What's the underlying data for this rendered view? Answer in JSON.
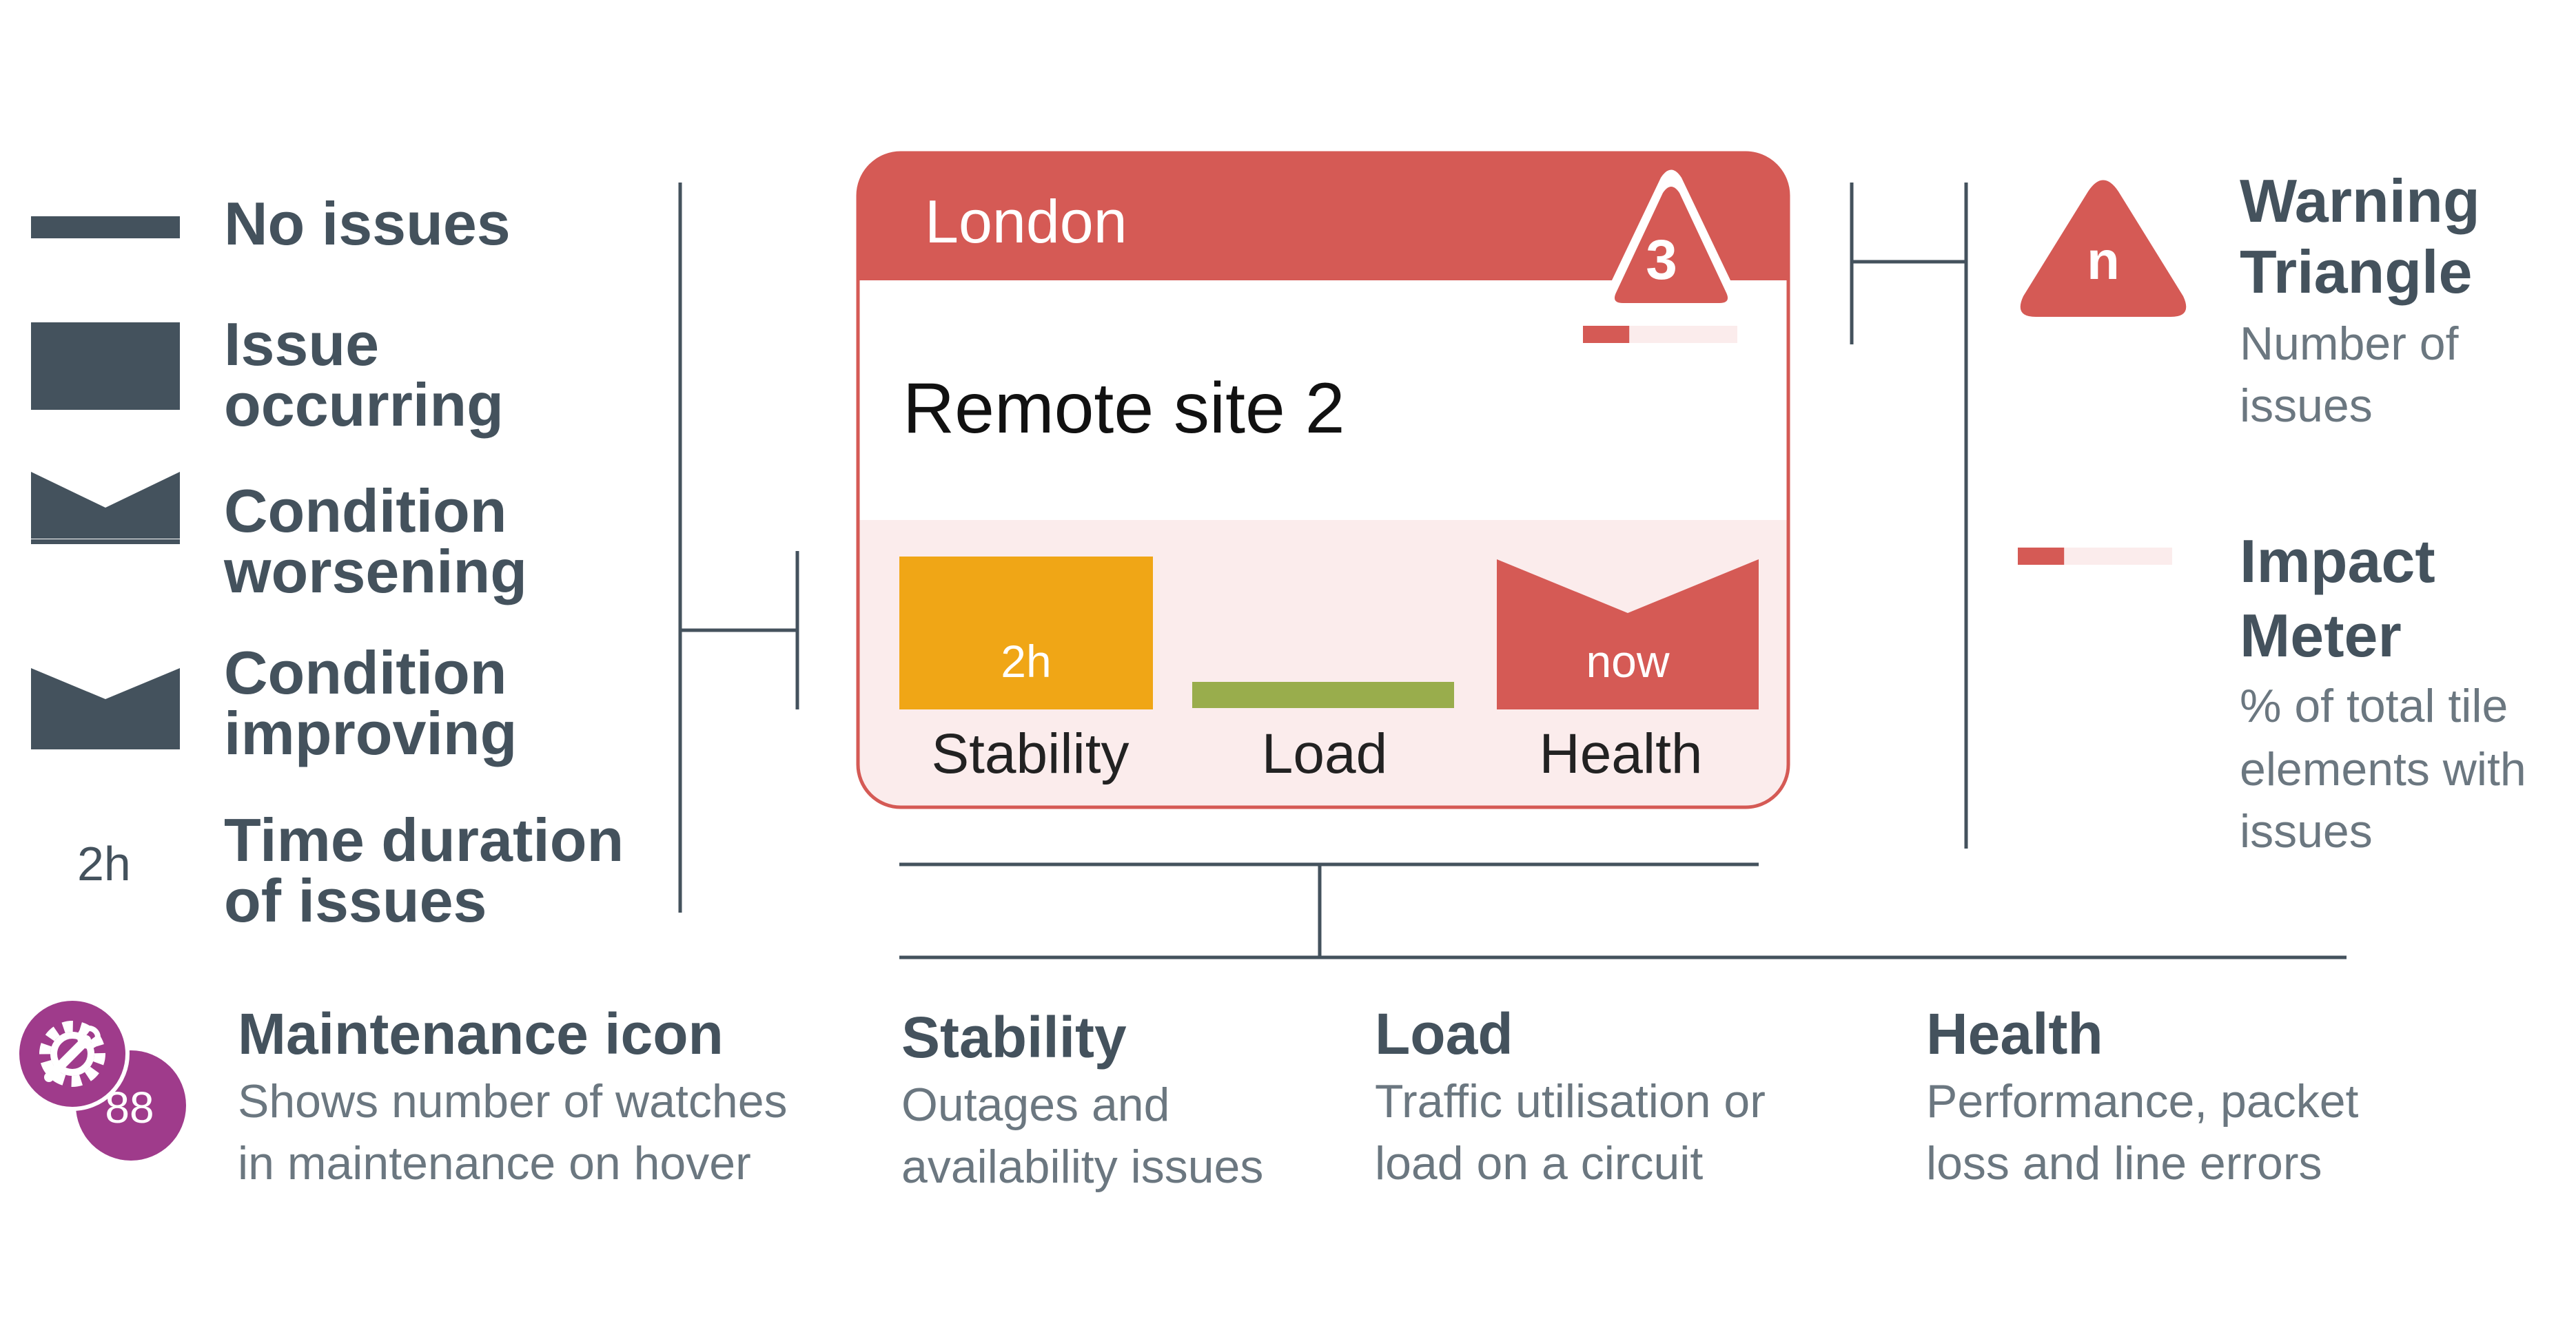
{
  "colors": {
    "slate": "#44525d",
    "red": "#d55a55",
    "red_light": "#fbecec",
    "orange": "#f0a616",
    "green": "#99ad4c",
    "purple": "#9f3b8b",
    "gray_text": "#6b7780"
  },
  "legend": {
    "items": [
      {
        "label_lines": [
          "No issues"
        ],
        "icon": "line-icon"
      },
      {
        "label_lines": [
          "Issue",
          "occurring"
        ],
        "icon": "filled-rect-icon"
      },
      {
        "label_lines": [
          "Condition",
          "worsening"
        ],
        "icon": "pentagon-up-icon"
      },
      {
        "label_lines": [
          "Condition",
          "improving"
        ],
        "icon": "notched-rect-icon"
      },
      {
        "label_lines": [
          "Time duration",
          "of issues"
        ],
        "icon_text": "2h"
      }
    ]
  },
  "tile": {
    "location": "London",
    "warning_count": "3",
    "impact_fraction": 0.3,
    "site_name": "Remote site 2",
    "metrics": [
      {
        "label": "Stability",
        "value": "2h",
        "state": "issue-occurring",
        "color": "#f0a616"
      },
      {
        "label": "Load",
        "value": "",
        "state": "no-issues",
        "color": "#99ad4c"
      },
      {
        "label": "Health",
        "value": "now",
        "state": "condition-improving",
        "color": "#d55a55"
      }
    ]
  },
  "warning": {
    "glyph": "n",
    "title_lines": [
      "Warning",
      "Triangle"
    ],
    "desc_lines": [
      "Number of",
      "issues"
    ]
  },
  "impact": {
    "title_lines": [
      "Impact",
      "Meter"
    ],
    "desc_lines": [
      "% of total tile",
      "elements with",
      "issues"
    ]
  },
  "maintenance": {
    "badge_count": "88",
    "title": "Maintenance icon",
    "desc_lines": [
      "Shows number of watches",
      "in maintenance on hover"
    ]
  },
  "bottom": [
    {
      "title": "Stability",
      "desc_lines": [
        "Outages and",
        "availability issues"
      ]
    },
    {
      "title": "Load",
      "desc_lines": [
        "Traffic utilisation or",
        "load on a circuit"
      ]
    },
    {
      "title": "Health",
      "desc_lines": [
        "Performance, packet",
        "loss and line errors"
      ]
    }
  ]
}
